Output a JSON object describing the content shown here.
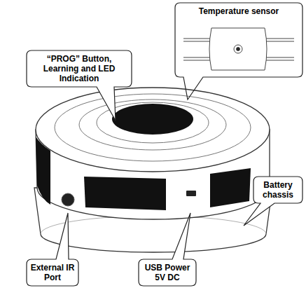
{
  "diagram": {
    "nodes": [
      {
        "text": [
          "Temperature sensor"
        ]
      },
      {
        "text": [
          "“PROG” Button, Learning and LED Indication"
        ]
      },
      {
        "text": [
          "Battery chassis"
        ]
      },
      {
        "text": [
          "External IR Port"
        ]
      },
      {
        "text": [
          "USB Power 5V DC"
        ]
      }
    ]
  }
}
